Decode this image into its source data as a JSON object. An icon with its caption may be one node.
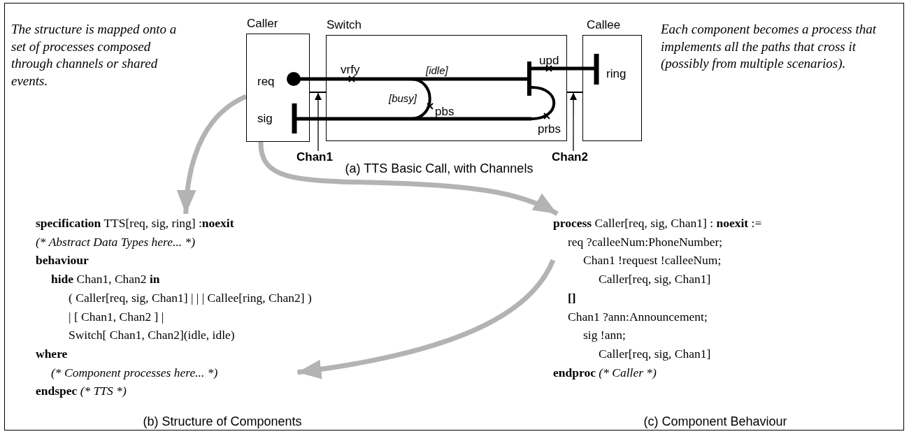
{
  "diagram": {
    "nodes": [
      {
        "text": [
          "Caller",
          "req",
          "sig"
        ]
      },
      {
        "text": [
          "Switch",
          "vrfy",
          "[idle]",
          "[busy]",
          "pbs",
          "prbs",
          "upd"
        ]
      },
      {
        "text": [
          "Callee",
          "ring"
        ]
      },
      {
        "text": [
          "Chan1"
        ]
      },
      {
        "text": [],
        "shape": "bar"
      },
      {
        "text": [
          "Chan2"
        ]
      },
      {
        "text": [],
        "shape": "bar"
      },
      {
        "text": [
          "**specification** TTS[req, sig, ring] :**noexit**",
          "(* Abstract Data Types here... *)",
          "behaviour",
          "**hide** Chan1, Chan2 **in**",
          "( Caller[req, sig, Chan1] | | | Callee[ring, Chan2] )",
          "| [ Chan1, Chan2 ] |",
          "Switch[ Chan1, Chan2](idle, idle)",
          "where",
          "(* Component processes here... *)",
          "endspec",
          "(* TTS *)"
        ],
        "beside": [
          "(b) Structure of Components"
        ]
      },
      {
        "text": [
          "**process** Caller[req, sig, Chan1] : **noexit** :=",
          "req ?calleeNum:PhoneNumber;",
          "Chan1 !request !calleeNum;",
          "Caller[req, sig, Chan1]",
          "[]",
          "Chan1 ?ann:Announcement;",
          "sig !ann;",
          "Caller[req, sig, Chan1]",
          "endproc",
          "(* Caller *)"
        ],
        "beside": [
          "(c) Component Behaviour"
        ]
      }
    ],
    "edges": [
      {
        "from": 3,
        "to": 4,
        "arrow": "to",
        "color": "#000000"
      },
      {
        "from": 5,
        "to": 6,
        "arrow": "to",
        "color": "#000000"
      },
      {
        "from": 0,
        "to": 7,
        "arrow": "to"
      },
      {
        "from": 0,
        "to": 8,
        "arrow": "to"
      },
      {
        "from": 8,
        "to": 7,
        "arrow": "to"
      }
    ],
    "labels": [
      "The structure is mapped onto a set of processes composed through channels or shared events.",
      "Each component becomes a process that implements all the paths that cross it (possibly from multiple scenarios).",
      "(a) TTS Basic Call, with Channels"
    ]
  }
}
